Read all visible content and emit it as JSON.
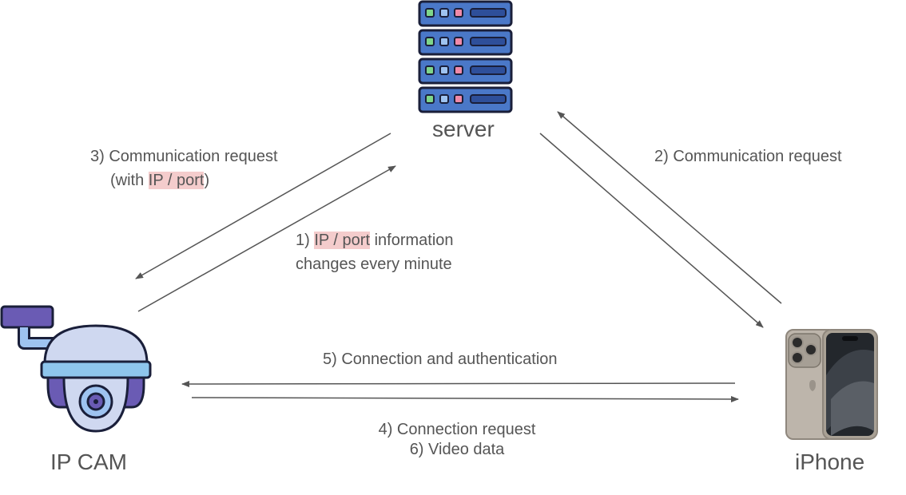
{
  "nodes": {
    "server": "server",
    "camera": "IP CAM",
    "phone": "iPhone"
  },
  "labels": {
    "step3": {
      "line1": "3) Communication request",
      "prefix": "(with ",
      "highlight": "IP / port",
      "suffix": ")"
    },
    "step1": {
      "prefix": "1) ",
      "highlight": "IP / port",
      "suffix": " information",
      "line2": "changes every minute"
    },
    "step2": "2) Communication request",
    "step5": "5) Connection and authentication",
    "step4": "4) Connection request",
    "step6": "6) Video data"
  },
  "colors": {
    "highlight": "#f4cccc",
    "arrow": "#555555",
    "server_blue": "#4a78c8",
    "server_outline": "#1a1f3a",
    "camera_purple": "#6a5bb4",
    "camera_light": "#cfd8f0",
    "camera_band": "#8ec5ec",
    "phone_titanium": "#bdb5ab"
  }
}
